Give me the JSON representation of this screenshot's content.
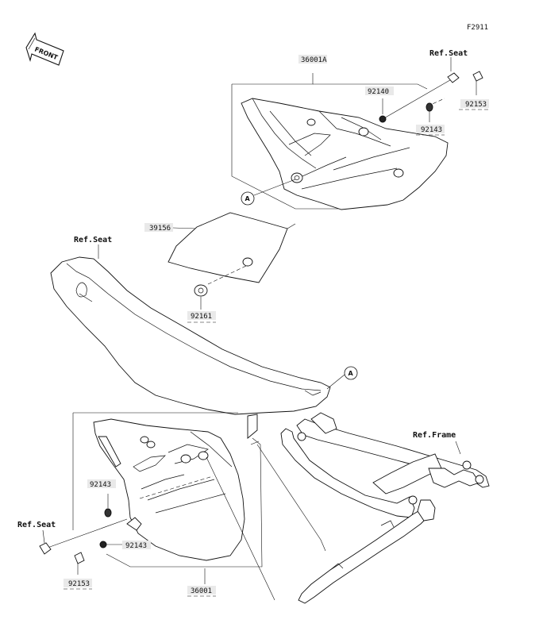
{
  "figure_id": "F2911",
  "front_label": "FRONT",
  "callout_letter": "A",
  "ref_labels": {
    "seat_top_right": "Ref.Seat",
    "seat_mid_left": "Ref.Seat",
    "seat_bottom_left": "Ref.Seat",
    "frame": "Ref.Frame"
  },
  "part_numbers": {
    "cover_right": "36001A",
    "cover_left": "36001",
    "washer_upper": "92140",
    "bolt_upper": "92153",
    "grommet_upper": "92143",
    "pad": "39156",
    "collar": "92161",
    "grommet_left": "92143",
    "grommet_left_lower": "92143",
    "bolt_left": "92153"
  }
}
